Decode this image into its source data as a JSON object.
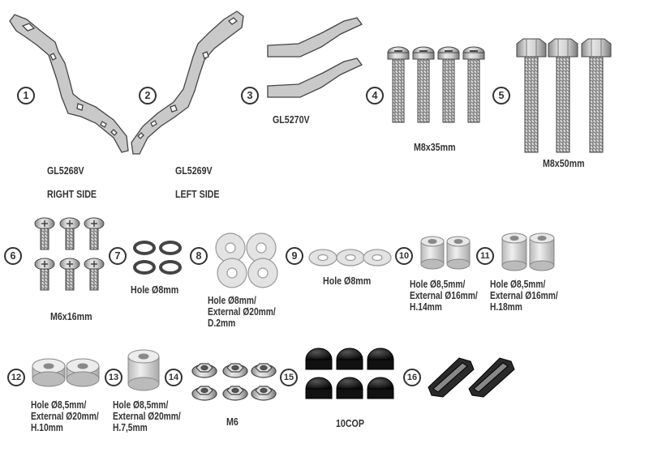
{
  "items": [
    {
      "number": "1",
      "code": "GL5268V",
      "side": "RIGHT SIDE"
    },
    {
      "number": "2",
      "code": "GL5269V",
      "side": "LEFT SIDE"
    },
    {
      "number": "3",
      "code": "GL5270V"
    },
    {
      "number": "4",
      "label": "M8x35mm"
    },
    {
      "number": "5",
      "label": "M8x50mm"
    },
    {
      "number": "6",
      "label": "M6x16mm"
    },
    {
      "number": "7",
      "label": "Hole Ø8mm"
    },
    {
      "number": "8",
      "label": "Hole Ø8mm/\nExternal Ø20mm/\nD.2mm"
    },
    {
      "number": "9",
      "label": "Hole Ø8mm"
    },
    {
      "number": "10",
      "label": "Hole Ø8,5mm/\nExternal Ø16mm/\nH.14mm"
    },
    {
      "number": "11",
      "label": "Hole Ø8,5mm/\nExternal Ø16mm/\nH.18mm"
    },
    {
      "number": "12",
      "label": "Hole Ø8,5mm/\nExternal Ø20mm/\nH.10mm"
    },
    {
      "number": "13",
      "label": "Hole Ø8,5mm/\nExternal Ø20mm/\nH.7,5mm"
    },
    {
      "number": "14",
      "label": "M6"
    },
    {
      "number": "15",
      "label": "10COP"
    },
    {
      "number": "16"
    }
  ]
}
